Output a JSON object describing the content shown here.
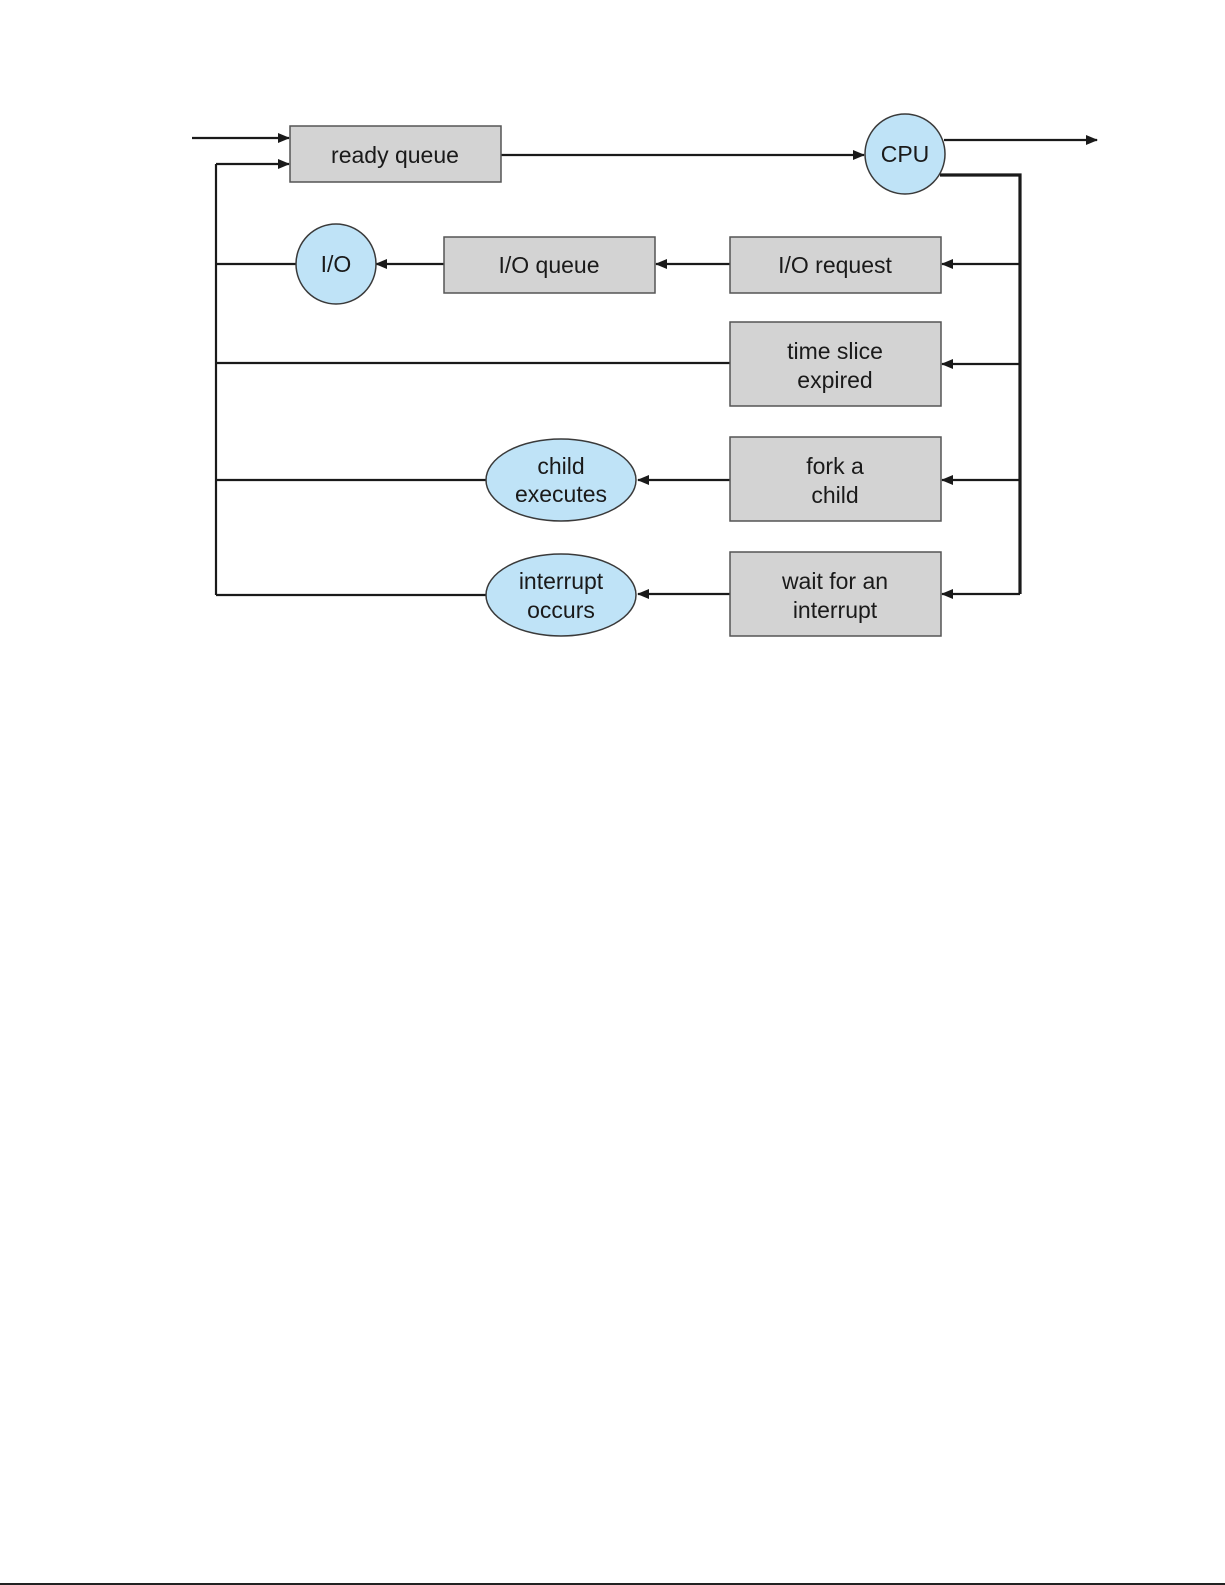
{
  "nodes": {
    "ready_queue": "ready queue",
    "cpu": "CPU",
    "io": "I/O",
    "io_queue": "I/O queue",
    "io_request": "I/O request",
    "time_slice_l1": "time slice",
    "time_slice_l2": "expired",
    "fork_l1": "fork a",
    "fork_l2": "child",
    "child_exec_l1": "child",
    "child_exec_l2": "executes",
    "wait_l1": "wait for an",
    "wait_l2": "interrupt",
    "interrupt_l1": "interrupt",
    "interrupt_l2": "occurs"
  },
  "colors": {
    "box_fill": "#d3d3d3",
    "ellipse_fill": "#bfe3f7",
    "line": "#1a1a1a"
  }
}
